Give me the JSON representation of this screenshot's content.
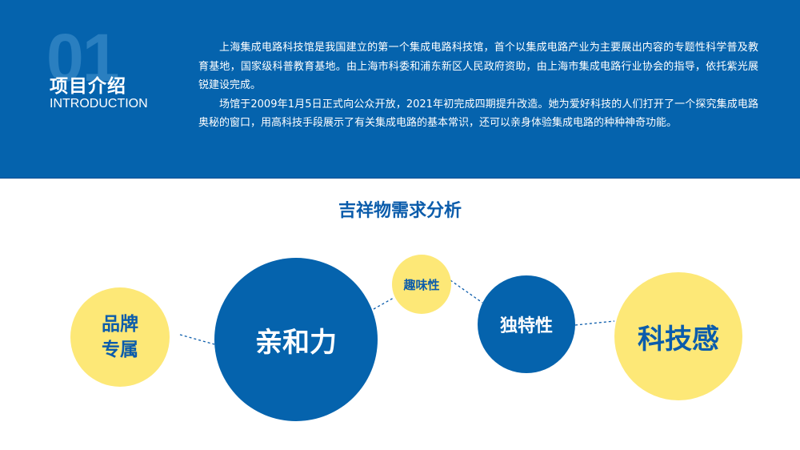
{
  "header": {
    "number": "01",
    "title": "项目介绍",
    "subtitle": "INTRODUCTION",
    "paragraphs": [
      "上海集成电路科技馆是我国建立的第一个集成电路科技馆，首个以集成电路产业为主要展出内容的专题性科学普及教育基地，国家级科普教育基地。由上海市科委和浦东新区人民政府资助，由上海市集成电路行业协会的指导，依托紫光展锐建设完成。",
      "场馆于2009年1月5日正式向公众开放，2021年初完成四期提升改造。她为爱好科技的人们打开了一个探究集成电路奥秘的窗口，用高科技手段展示了有关集成电路的基本常识，还可以亲身体验集成电路的种种神奇功能。"
    ]
  },
  "section": {
    "title": "吉祥物需求分析"
  },
  "colors": {
    "blue": "#0563ad",
    "yellow": "#fde877",
    "title_blue": "#0b5cab"
  },
  "bubbles": [
    {
      "label_line1": "品牌",
      "label_line2": "专属",
      "color": "yellow"
    },
    {
      "label": "亲和力",
      "color": "blue"
    },
    {
      "label": "趣味性",
      "color": "yellow"
    },
    {
      "label": "独特性",
      "color": "blue"
    },
    {
      "label": "科技感",
      "color": "yellow"
    }
  ]
}
